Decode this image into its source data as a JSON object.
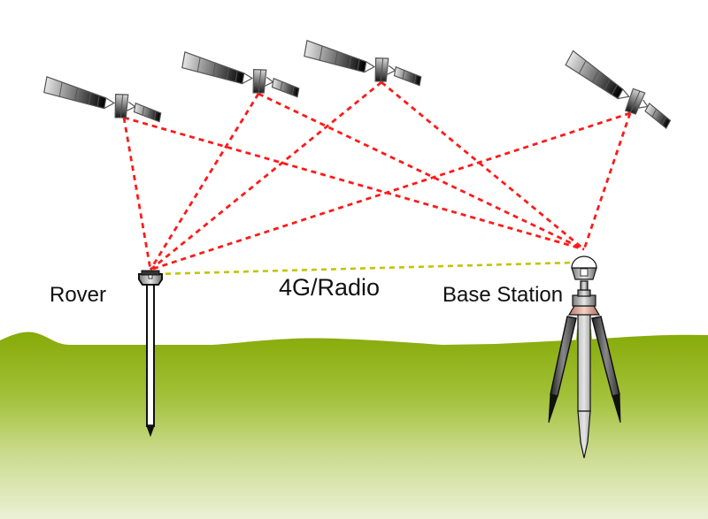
{
  "diagram": {
    "title": "RTK GNSS: Rover and Base Station receiving satellite signals linked via 4G/Radio",
    "labels": {
      "rover": "Rover",
      "link": "4G/Radio",
      "base_station": "Base Station"
    },
    "satellites": [
      {
        "id": "satellite-1"
      },
      {
        "id": "satellite-2"
      },
      {
        "id": "satellite-3"
      },
      {
        "id": "satellite-4"
      }
    ],
    "signal_links": [
      {
        "from": "satellite-1",
        "to": "rover"
      },
      {
        "from": "satellite-1",
        "to": "base-station"
      },
      {
        "from": "satellite-2",
        "to": "rover"
      },
      {
        "from": "satellite-2",
        "to": "base-station"
      },
      {
        "from": "satellite-3",
        "to": "rover"
      },
      {
        "from": "satellite-3",
        "to": "base-station"
      },
      {
        "from": "satellite-4",
        "to": "rover"
      },
      {
        "from": "satellite-4",
        "to": "base-station"
      }
    ],
    "correction_link": {
      "from": "base-station",
      "to": "rover",
      "label": "4G/Radio"
    },
    "colors": {
      "signal_line": "#ff0000",
      "correction_line": "#c8c800",
      "ground_top": "#86aa08",
      "ground_bottom": "#e9f0d4",
      "base_collar": "#c98a7a"
    }
  }
}
